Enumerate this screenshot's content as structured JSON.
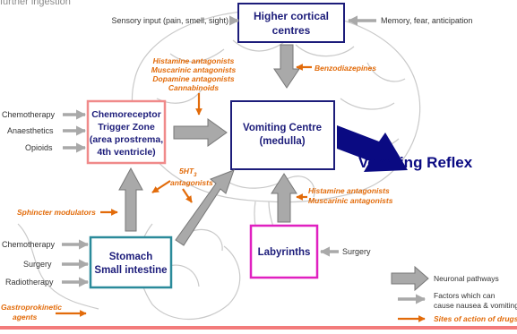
{
  "top_note": "further ingestion",
  "colors": {
    "box_navy": "#1c1c7a",
    "ctz_border": "#f08a8a",
    "stomach_border": "#2a8a9a",
    "labyrinth_border": "#e020c0",
    "drug_orange": "#e26b0a",
    "arrow_gray": "#a9a9a9",
    "reflex_arrow": "#0a0a82",
    "bottom_rule": "#f37b7b"
  },
  "boxes": {
    "higher_cortical": [
      "Higher cortical",
      "centres"
    ],
    "ctz": [
      "Chemoreceptor",
      "Trigger Zone",
      "(area prostrema,",
      "4th ventricle)"
    ],
    "vomiting_centre": [
      "Vomiting Centre",
      "(medulla)"
    ],
    "stomach": [
      "Stomach",
      "Small intestine"
    ],
    "labyrinths": [
      "Labyrinths"
    ]
  },
  "outcome": "Vomiting Reflex",
  "inputs": {
    "cortical_left": "Sensory input (pain, smell, sight)",
    "cortical_right": "Memory, fear, anticipation",
    "ctz_chemotherapy": "Chemotherapy",
    "ctz_anaesthetics": "Anaesthetics",
    "ctz_opioids": "Opioids",
    "stomach_chemotherapy": "Chemotherapy",
    "stomach_surgery": "Surgery",
    "stomach_radiotherapy": "Radiotherapy",
    "labyrinth_surgery": "Surgery"
  },
  "drug_sites": {
    "ctz_vc_antagonists": [
      "Histamine antagonists",
      "Muscarinic antagonists",
      "Dopamine antagonists",
      "Cannabinoids"
    ],
    "benzodiazepines": "Benzodiazepines",
    "ht3_antagonists": [
      "5HT",
      "3",
      "antagonists"
    ],
    "sphincter": "Sphincter modulators",
    "labyrinth_antagonists": [
      "Histamine antagonists",
      "Muscarinic antagonists"
    ],
    "gastroprokinetic": [
      "Gastroprokinetic",
      "agents"
    ]
  },
  "legend": {
    "neuronal": "Neuronal pathways",
    "factors": [
      "Factors which can",
      "cause nausea & vomiting"
    ],
    "drugs": "Sites of action of drugs"
  }
}
